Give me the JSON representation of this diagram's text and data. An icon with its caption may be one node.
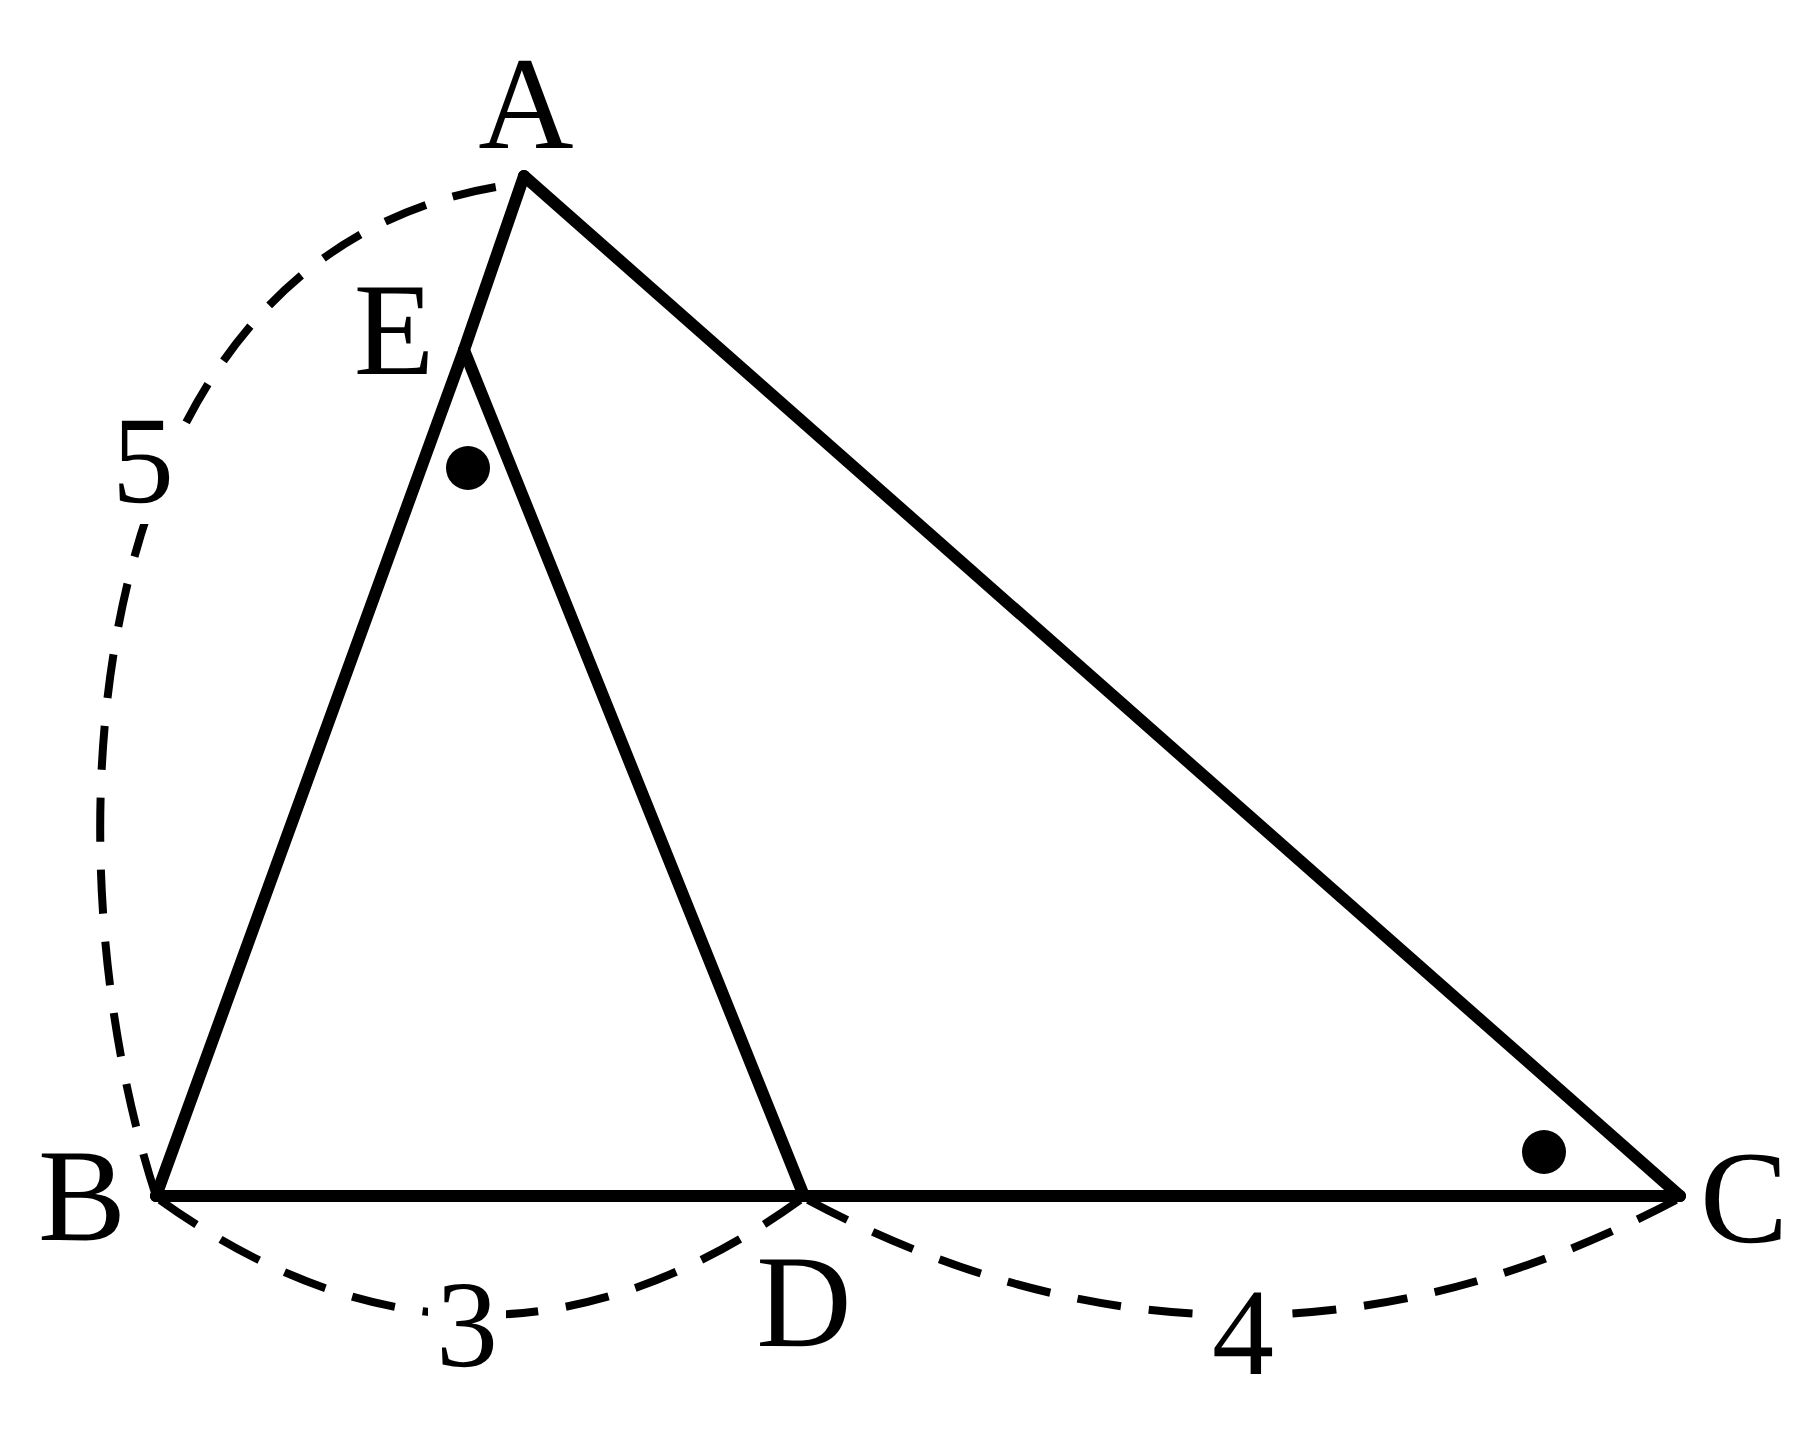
{
  "diagram": {
    "nodes": [
      {
        "text": [
          "A"
        ]
      },
      {
        "text": [
          "E"
        ]
      },
      {
        "text": [
          "B"
        ]
      },
      {
        "text": [
          "D"
        ]
      },
      {
        "text": [
          "C"
        ]
      }
    ],
    "edges": [
      {
        "from": 0,
        "to": 1,
        "arrow": "none"
      },
      {
        "from": 1,
        "to": 2,
        "arrow": "none"
      },
      {
        "from": 2,
        "to": 3,
        "arrow": "none"
      },
      {
        "from": 3,
        "to": 4,
        "arrow": "none"
      },
      {
        "from": 4,
        "to": 0,
        "arrow": "none"
      },
      {
        "from": 1,
        "to": 3,
        "arrow": "none"
      }
    ],
    "labels": [
      "5",
      "3",
      "4"
    ]
  }
}
